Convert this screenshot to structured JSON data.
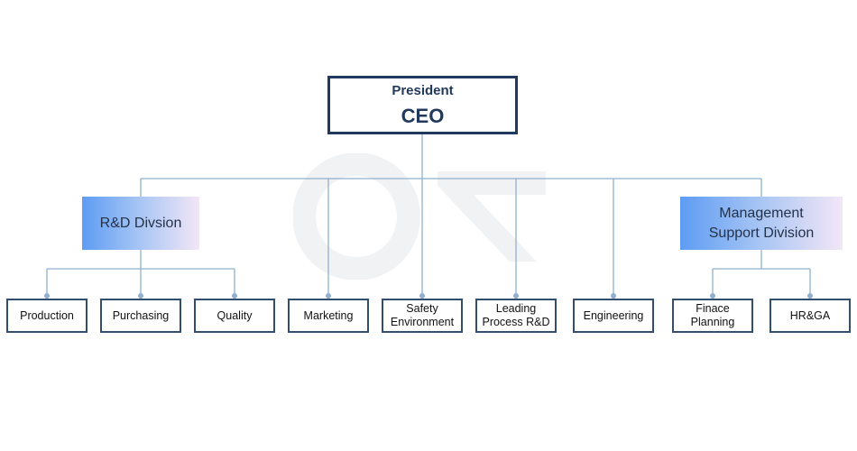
{
  "ceo": {
    "title": "President",
    "name": "CEO"
  },
  "divisions": {
    "rd": {
      "label": "R&D Divsion"
    },
    "management": {
      "line1": "Management",
      "line2": "Support Division"
    }
  },
  "departments": [
    {
      "line1": "Production",
      "line2": ""
    },
    {
      "line1": "Purchasing",
      "line2": ""
    },
    {
      "line1": "Quality",
      "line2": ""
    },
    {
      "line1": "Marketing",
      "line2": ""
    },
    {
      "line1": "Safety",
      "line2": "Environment"
    },
    {
      "line1": "Leading",
      "line2": "Process R&D"
    },
    {
      "line1": "Engineering",
      "line2": ""
    },
    {
      "line1": "Finace",
      "line2": "Planning"
    },
    {
      "line1": "HR&GA",
      "line2": ""
    }
  ],
  "colors": {
    "connector": "#8fb0cf",
    "box_border": "#334f6e",
    "ceo_border": "#1f3a5c"
  }
}
